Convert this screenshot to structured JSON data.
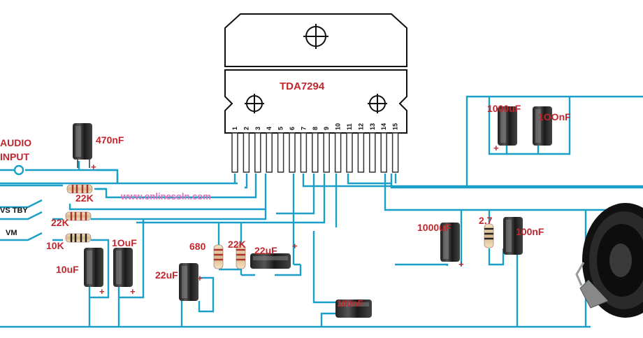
{
  "ic": {
    "name": "TDA7294",
    "pins": [
      "1",
      "2",
      "3",
      "4",
      "5",
      "6",
      "7",
      "8",
      "9",
      "10",
      "11",
      "12",
      "13",
      "14",
      "15"
    ]
  },
  "watermark": "www.onlinesoln.com",
  "labels": {
    "audio": "AUDIO",
    "input": "INPUT",
    "c_470n": "470nF",
    "r_22k_a": "22K",
    "r_22k_b": "22K",
    "r_10k": "10K",
    "vstby": "VS TBY",
    "vm": "VM",
    "c_10u": "10uF",
    "c_1u": "1OuF",
    "c_22u_a": "22uF",
    "r_680": "680",
    "r_22k_c": "22K",
    "c_22u_b": "22uF",
    "c_100n_bottom": "100nF",
    "c_1000u_top": "1000uF",
    "c_100n_top": "1OOnF",
    "c_1000u_mid": "1000uF",
    "r_27": "2.7",
    "c_100n_mid": "100nF",
    "plus": "+"
  },
  "colors": {
    "wire": "#1aa0c8",
    "label": "#c0262d",
    "watermark": "#e070b8"
  }
}
